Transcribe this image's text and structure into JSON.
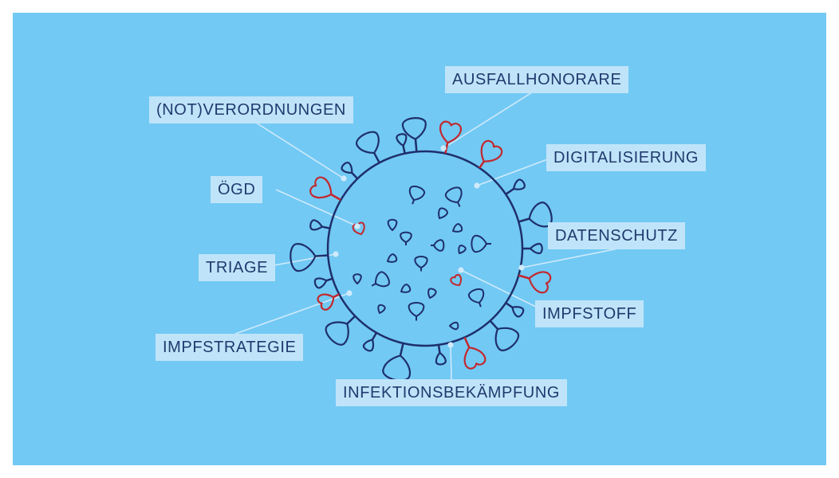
{
  "colors": {
    "background": "#72c9f4",
    "label_background": "#bfe4f9",
    "label_text": "#213a6e",
    "virus_outline": "#1e2f6b",
    "highlight_spike": "#c3272d",
    "connector_line": "#cfeafb"
  },
  "labels": {
    "ausfallhonorare": "AUSFALLHONORARE",
    "not_verordnungen": "(NOT)VERORDNUNGEN",
    "digitalisierung": "DIGITALISIERUNG",
    "oegd": "ÖGD",
    "datenschutz": "DATENSCHUTZ",
    "triage": "TRIAGE",
    "impfstoff": "IMPFSTOFF",
    "impfstrategie": "IMPFSTRATEGIE",
    "infektionsbekaempfung": "INFEKTIONSBEKÄMPFUNG"
  }
}
